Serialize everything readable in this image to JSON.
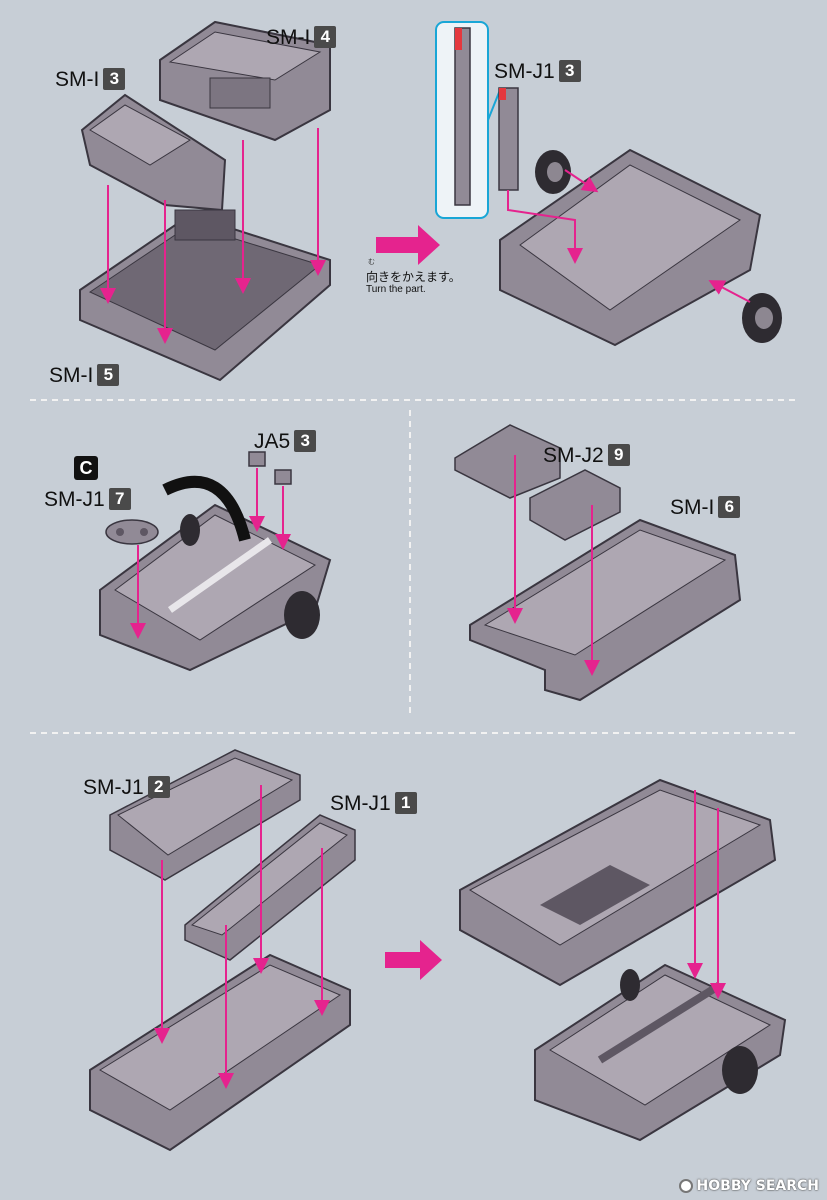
{
  "labels": {
    "smi4": {
      "name": "SM-I",
      "num": "4"
    },
    "smi3": {
      "name": "SM-I",
      "num": "3"
    },
    "smi5": {
      "name": "SM-I",
      "num": "5"
    },
    "smj1_3": {
      "name": "SM-J1",
      "num": "3"
    },
    "ja5": {
      "name": "JA5",
      "num": "3"
    },
    "smj1_7": {
      "name": "SM-J1",
      "num": "7"
    },
    "smj2_9": {
      "name": "SM-J2",
      "num": "9"
    },
    "smi6": {
      "name": "SM-I",
      "num": "6"
    },
    "smj1_2": {
      "name": "SM-J1",
      "num": "2"
    },
    "smj1_1": {
      "name": "SM-J1",
      "num": "1"
    }
  },
  "step_badge": "C",
  "note": {
    "ruby": "む",
    "ja": "向きをかえます。",
    "en": "Turn the part."
  },
  "watermark": "HOBBY SEARCH",
  "colors": {
    "background": "#c7ced6",
    "part_fill": "#918a96",
    "part_light": "#aea7b2",
    "part_dark": "#5e5763",
    "arrow_magenta": "#e5238e",
    "callout_cyan": "#19a6d6"
  }
}
